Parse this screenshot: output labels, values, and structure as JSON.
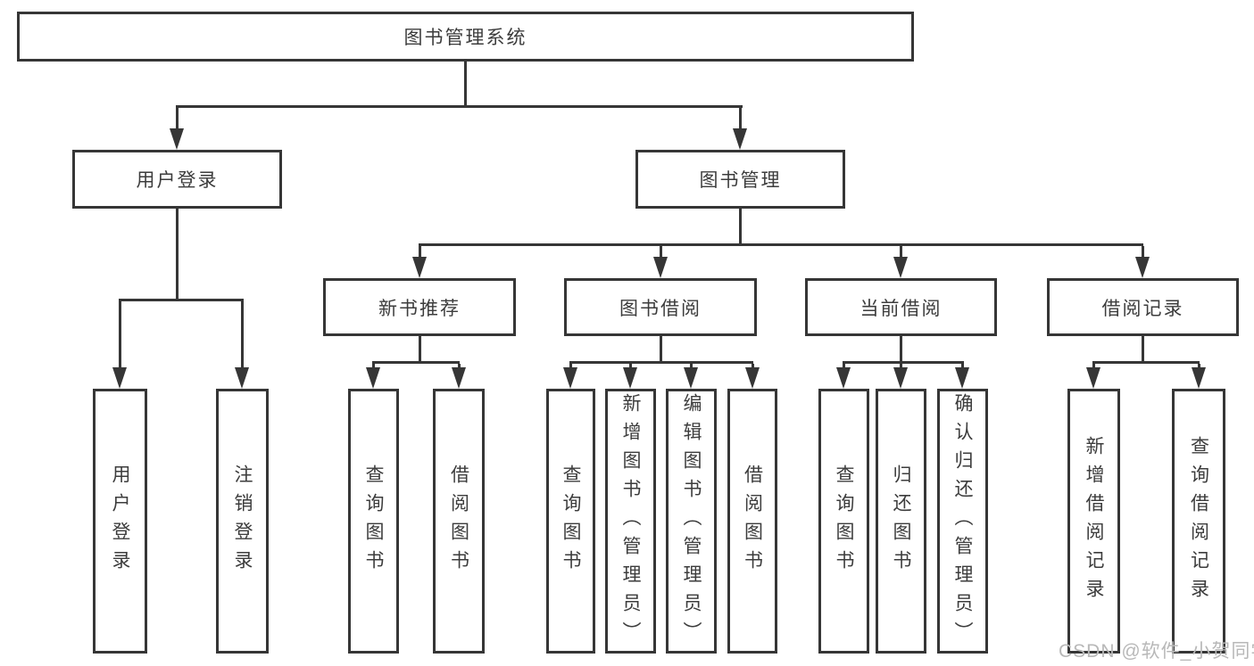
{
  "diagram_type": "hierarchy-tree",
  "watermark": "CSDN @软件_小贺同学",
  "colors": {
    "line": "#363636",
    "text": "#3c3c3c",
    "watermark": "#b8b8b8",
    "background": "#ffffff"
  },
  "tree": {
    "root": "图书管理系统",
    "branches": [
      {
        "label": "用户登录",
        "children": [
          "用户登录",
          "注销登录"
        ]
      },
      {
        "label": "图书管理",
        "sections": [
          {
            "label": "新书推荐",
            "children": [
              "查询图书",
              "借阅图书"
            ]
          },
          {
            "label": "图书借阅",
            "children": [
              "查询图书",
              "新增图书（管理员）",
              "编辑图书（管理员）",
              "借阅图书"
            ]
          },
          {
            "label": "当前借阅",
            "children": [
              "查询图书",
              "归还图书",
              "确认归还（管理员）"
            ]
          },
          {
            "label": "借阅记录",
            "children": [
              "新增借阅记录",
              "查询借阅记录"
            ]
          }
        ]
      }
    ]
  }
}
